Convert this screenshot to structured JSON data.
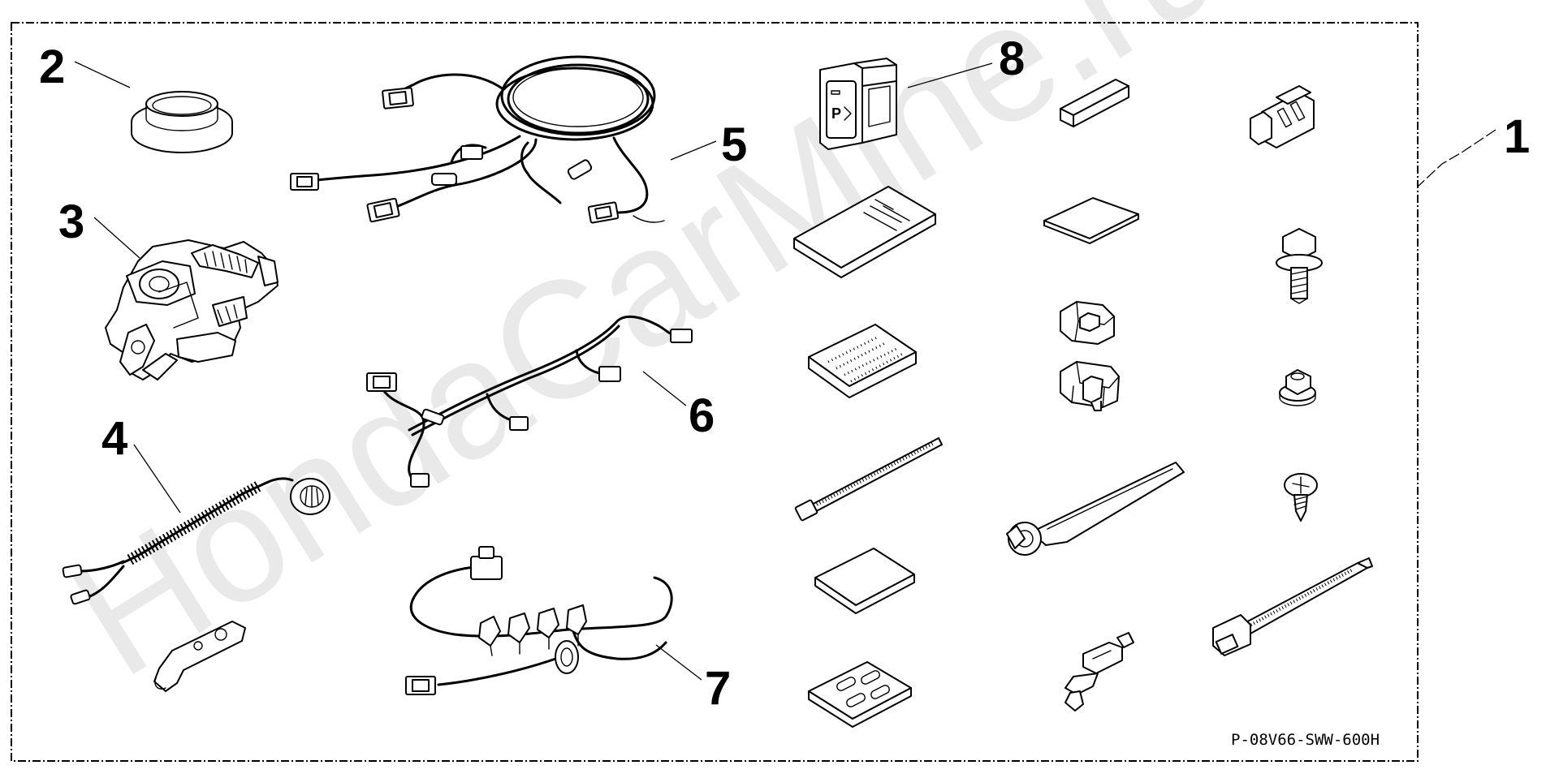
{
  "watermark": "HondaCarMine.ru",
  "part_code": "P-08V66-SWW-600H",
  "callouts": [
    {
      "id": "1",
      "label": "1"
    },
    {
      "id": "2",
      "label": "2"
    },
    {
      "id": "3",
      "label": "3"
    },
    {
      "id": "4",
      "label": "4"
    },
    {
      "id": "5",
      "label": "5"
    },
    {
      "id": "6",
      "label": "6"
    },
    {
      "id": "7",
      "label": "7"
    },
    {
      "id": "8",
      "label": "8"
    }
  ],
  "colors": {
    "line": "#000000",
    "background": "#ffffff",
    "watermark": "#e9e9e9"
  }
}
